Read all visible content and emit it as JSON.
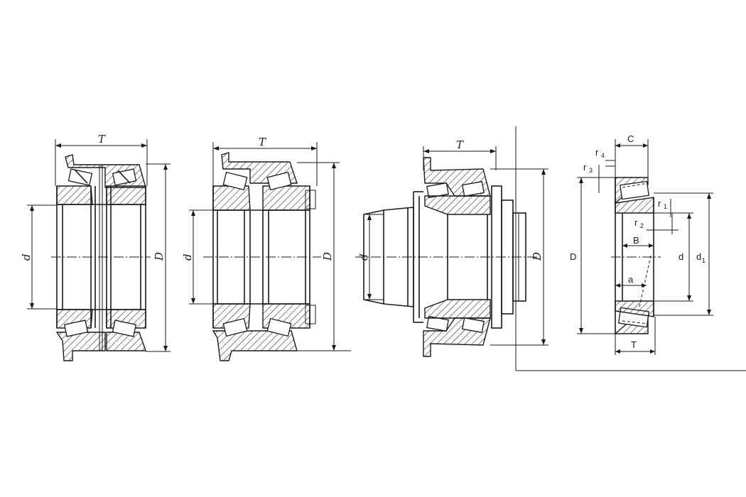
{
  "figure_1": {
    "T": "T",
    "d": "d",
    "D": "D"
  },
  "figure_2": {
    "T": "T",
    "d": "d",
    "D": "D"
  },
  "figure_3": {
    "T": "T",
    "d": "d",
    "D": "D"
  },
  "figure_4": {
    "C": "C",
    "r4": "r",
    "r4_sub": "4",
    "r3": "r",
    "r3_sub": "3",
    "r1": "r",
    "r1_sub": "1",
    "r2": "r",
    "r2_sub": "2",
    "B": "B",
    "a": "a",
    "D": "D",
    "d": "d",
    "d1": "d",
    "d1_sub": "1",
    "T": "T"
  }
}
